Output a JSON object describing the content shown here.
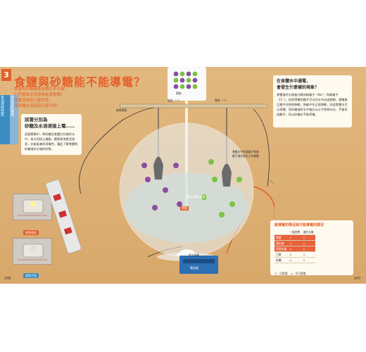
{
  "title": "食鹽與砂糖能不能導電？",
  "chapter": "3",
  "side_tabs": [
    "水溶液的性質",
    "水溶液的導電"
  ],
  "questions": [
    "食鹽和砂糖都能溶解於水中後，",
    "它們變成水溶液後能導電嗎？",
    "食鹽溶液有什麼特性，",
    "這兩種水溶液有什麼不同？"
  ],
  "trial": {
    "title": [
      "試著分別為",
      "砂糖及水溶液接上電……"
    ],
    "body": "這個實驗中，將砂糖及食鹽分別溶於水中，再分別接上電路，觀察燈泡是否發亮，比較兩者的導電性，藉此了解食鹽和砂糖溶於水後的狀態。"
  },
  "photos": [
    {
      "label": "燈泡發亮"
    },
    {
      "label": "燈泡不亮"
    }
  ],
  "right_box": {
    "title": [
      "在食鹽水中通電，",
      "會發生什麼樣的現象？"
    ],
    "body": "食鹽溶於水後會分解成鈉離子（Na⁺）和氯離子（Cl⁻），這些帶電的離子可以在水中自由移動，通電後正離子往負極移動，負離子往正極移動，因此食鹽水可以導電；而砂糖溶於水中後仍以分子狀態存在，不會形成離子，所以砂糖水不能導電。"
  },
  "diagram_labels": {
    "neg_electrode": "陰極（－）",
    "pos_electrode": "陽極（＋）",
    "copper_wire": "電線",
    "electrode_label": "碳棒電極",
    "salt_label": "食鹽",
    "water_label": "溶在水裡形成離子",
    "molecule_label": "氯化鈉",
    "battery_label": "電池盒",
    "battery_tag": "電池盒",
    "wire_label": "電子移動",
    "note": "食鹽水中的氯離子和鈉離子會往相反方向移動"
  },
  "table": {
    "title": "能導電的情況與不能導電的情況",
    "headers": [
      "",
      "一般狀態",
      "溶於水後"
    ],
    "rows": [
      {
        "name": "食鹽",
        "solid": "×",
        "solution": "○"
      },
      {
        "name": "氯化鈉",
        "solid": "×",
        "solution": "○"
      },
      {
        "name": "氫氧化鈉",
        "solid": "×",
        "solution": "○"
      },
      {
        "name": "乙醇",
        "solid": "×",
        "solution": "×"
      },
      {
        "name": "砂糖",
        "solid": "×",
        "solution": "×"
      }
    ],
    "legend": "○：可導電　×：不可導電"
  },
  "page_left": "246",
  "page_right": "247",
  "colors": {
    "accent": "#e4602a",
    "blue": "#3a8dc2",
    "wood": "#d8a86a",
    "ion_green": "#7dc242",
    "ion_purple": "#8a4fa0"
  }
}
